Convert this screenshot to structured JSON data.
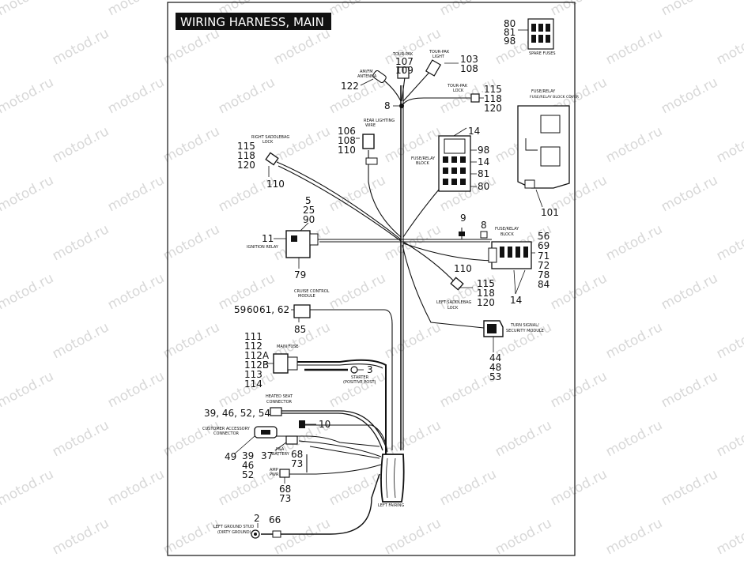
{
  "title": "WIRING HARNESS,   MAIN",
  "watermark": "motod.ru",
  "colors": {
    "ink": "#111111",
    "paper": "#ffffff",
    "watermark": "#b9b9b9",
    "title_bg": "#111111",
    "title_fg": "#ffffff"
  },
  "callouts": {
    "spare_fuses": [
      "80",
      "81",
      "98"
    ],
    "tour_pak": [
      "107",
      "109"
    ],
    "tour_pak_light": [
      "103",
      "108"
    ],
    "am_fm_antenna": [
      "122"
    ],
    "tour_pak_lock": [
      "115",
      "118",
      "120"
    ],
    "splice_top": [
      "8"
    ],
    "fuse_relay_block_upper_top": [
      "14"
    ],
    "fuse_relay_block_upper_side": [
      "98",
      "14",
      "81",
      "80"
    ],
    "fuse_relay_block_cover": [
      "101"
    ],
    "rear_lighting_wire": [
      "106",
      "108",
      "110"
    ],
    "right_saddlebag_lock": [
      "115",
      "118",
      "120"
    ],
    "right_saddlebag_lock_lower": [
      "110"
    ],
    "ignition_relay_top": [
      "5",
      "25",
      "90"
    ],
    "ignition_relay_left": [
      "11"
    ],
    "ignition_relay_bottom": [
      "79"
    ],
    "ground_9": [
      "9"
    ],
    "splice_8": [
      "8"
    ],
    "fuse_relay_block_lower": [
      "56",
      "69",
      "71",
      "72",
      "78",
      "84"
    ],
    "fuse_relay_block_lower_bottom": [
      "14"
    ],
    "left_saddlebag_lock_top": [
      "110"
    ],
    "left_saddlebag_lock": [
      "115",
      "118",
      "120"
    ],
    "cruise_left": [
      "59",
      "60",
      "61, 62"
    ],
    "cruise_bottom": [
      "85"
    ],
    "main_fuse": [
      "111",
      "112",
      "112A",
      "112B",
      "113",
      "114"
    ],
    "starter": [
      "3"
    ],
    "turn_signal": [
      "44",
      "48",
      "53"
    ],
    "heated_seat": [
      "39, 46, 52, 54"
    ],
    "splice_10": [
      "10"
    ],
    "customer_accessory": [
      "49"
    ],
    "pa_battery_left": [
      "39",
      "46",
      "52"
    ],
    "pa_battery_mid": [
      "37"
    ],
    "pa_battery_right": [
      "68",
      "73"
    ],
    "amp_pwr": [
      "68",
      "73"
    ],
    "ground_stud": [
      "2"
    ],
    "ground_stud_right": [
      "66"
    ]
  },
  "labels": {
    "spare_fuses": "SPARE FUSES",
    "tour_pak": "TOUR-PAK",
    "tour_pak_light": [
      "TOUR-PAK",
      "LIGHT"
    ],
    "am_fm_antenna": [
      "AM/FM",
      "ANTENNA"
    ],
    "tour_pak_lock": [
      "TOUR-PAK",
      "LOCK"
    ],
    "fuse_relay_block_cover": "FUSE/RELAY BLOCK COVER",
    "rear_lighting_wire": [
      "REAR LIGHTING",
      "WIRE"
    ],
    "fuse_relay_block_upper": [
      "FUSE/RELAY",
      "BLOCK"
    ],
    "right_saddlebag_lock": [
      "RIGHT SADDLEBAG",
      "LOCK"
    ],
    "ignition_relay": "IGNITION RELAY",
    "fuse_relay_block_lower": [
      "FUSE/RELAY",
      "BLOCK"
    ],
    "left_saddlebag_lock": [
      "LEFT SADDLEBAG",
      "LOCK"
    ],
    "cruise_control_module": [
      "CRUISE CONTROL",
      "MODULE"
    ],
    "turn_signal_module": [
      "TURN SIGNAL/",
      "SECURITY MODULE"
    ],
    "main_fuse": "MAIN FUSE",
    "starter": [
      "STARTER",
      "(POSITIVE POST)"
    ],
    "heated_seat": [
      "HEATED SEAT",
      "CONNECTOR"
    ],
    "customer_accessory": [
      "CUSTOMER ACCESSORY",
      "CONNECTOR"
    ],
    "pa_battery": [
      "P&A",
      "BATTERY"
    ],
    "amp_pwr": [
      "AMP",
      "PWR"
    ],
    "left_fairing": "LEFT FAIRING",
    "ground_stud": [
      "LEFT GROUND STUD",
      "(DIRTY GROUND)"
    ]
  }
}
